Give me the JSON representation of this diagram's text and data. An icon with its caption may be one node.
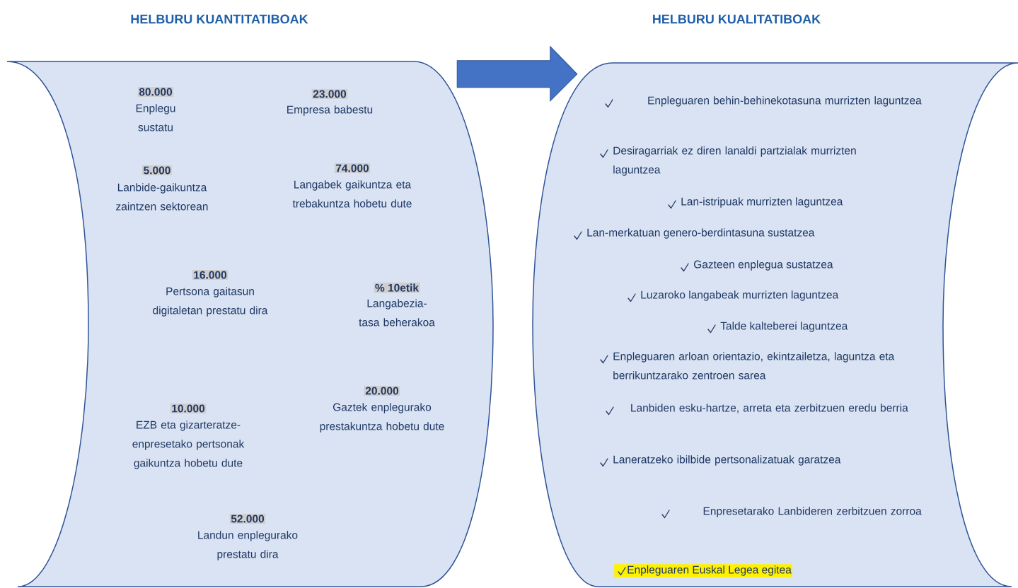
{
  "diagram": {
    "nodes": [
      {
        "text": [
          "HELBURU KUANTITATIBOAK",
          "80.000",
          "Enplegu sustatu",
          "23.000",
          "Empresa babestu",
          "5.000",
          "Lanbide-gaikuntza zaintzen sektorean",
          "74.000",
          "Langabek gaikuntza eta trebakuntza hobetu dute",
          "16.000",
          "Pertsona gaitasun digitaletan prestatu dira",
          "% 10etik",
          "Langabezia- tasa beherakoa",
          "10.000",
          "EZB eta gizarteratze- enpresetako pertsonak gaikuntza hobetu dute",
          "20.000",
          "Gaztek enplegurako prestakuntza hobetu dute",
          "52.000",
          "Landun enplegurako prestatu dira"
        ]
      },
      {
        "text": [
          "HELBURU KUALITATIBOAK",
          "Enpleguaren behin-behinekotasuna murrizten laguntzea",
          "Desiragarriak ez diren lanaldi partzialak murrizten laguntzea",
          "Lan-istripuak murrizten laguntzea",
          "Lan-merkatuan genero-berdintasuna sustatzea",
          "Gazteen enplegua sustatzea",
          "Luzaroko langabeak murrizten laguntzea",
          "Talde kalteberei laguntzea",
          "Enpleguaren arloan orientazio, ekintzailetza, laguntza eta berrikuntzarako zentroen sarea",
          "Lanbiden esku-hartze, arreta eta zerbitzuen eredu berria",
          "Laneratzeko ibilbide pertsonalizatuak garatzea",
          "Enpresetarako Lanbideren zerbitzuen zorroa",
          "Enpleguaren Euskal Legea egitea"
        ]
      }
    ],
    "edges": [
      {
        "from": 0,
        "to": 1,
        "arrow": "to"
      }
    ]
  }
}
